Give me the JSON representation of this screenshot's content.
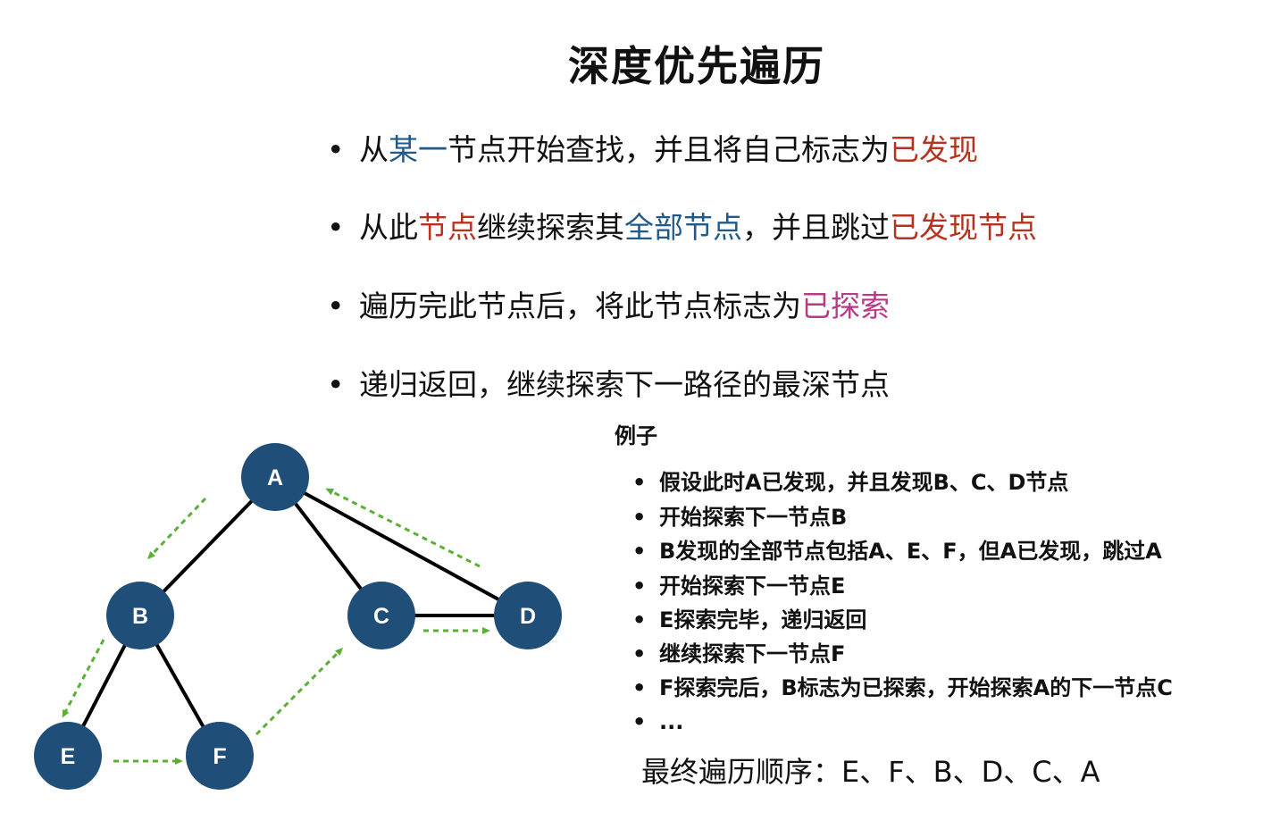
{
  "title": "深度优先遍历",
  "bullets": [
    [
      {
        "t": "从"
      },
      {
        "t": "某一",
        "c": "blue"
      },
      {
        "t": "节点开始查找，并且将自己标志为"
      },
      {
        "t": "已发现",
        "c": "red"
      }
    ],
    [
      {
        "t": "从此"
      },
      {
        "t": "节点",
        "c": "red"
      },
      {
        "t": "继续探索其"
      },
      {
        "t": "全部节点",
        "c": "blue"
      },
      {
        "t": "，并且跳过"
      },
      {
        "t": "已发现节点",
        "c": "red"
      }
    ],
    [
      {
        "t": "遍历完此节点后，将此节点标志为"
      },
      {
        "t": "已探索",
        "c": "magenta"
      }
    ],
    [
      {
        "t": "递归返回，继续探索下一路径的最深节点"
      }
    ]
  ],
  "example_label": "例子",
  "steps": [
    "假设此时A已发现，并且发现B、C、D节点",
    "开始探索下一节点B",
    "B发现的全部节点包括A、E、F，但A已发现，跳过A",
    "开始探索下一节点E",
    "E探索完毕，递归返回",
    "继续探索下一节点F",
    "F探索完后，B标志为已探索，开始探索A的下一节点C",
    "..."
  ],
  "result": "最终遍历顺序：E、F、B、D、C、A",
  "graph": {
    "nodes": [
      "A",
      "B",
      "C",
      "D",
      "E",
      "F"
    ],
    "edges": [
      [
        "A",
        "B"
      ],
      [
        "A",
        "C"
      ],
      [
        "A",
        "D"
      ],
      [
        "C",
        "D"
      ],
      [
        "B",
        "E"
      ],
      [
        "B",
        "F"
      ]
    ],
    "traversal_arrows": [
      [
        "A",
        "B"
      ],
      [
        "B",
        "E"
      ],
      [
        "E",
        "F"
      ],
      [
        "F",
        "C"
      ],
      [
        "C",
        "D"
      ],
      [
        "D",
        "A"
      ]
    ]
  },
  "colors": {
    "node_fill": "#1f4e79",
    "edge": "#000000",
    "arrow": "#5ab034",
    "blue": "#1f5a8a",
    "red": "#b5331f",
    "magenta": "#b83a87"
  }
}
